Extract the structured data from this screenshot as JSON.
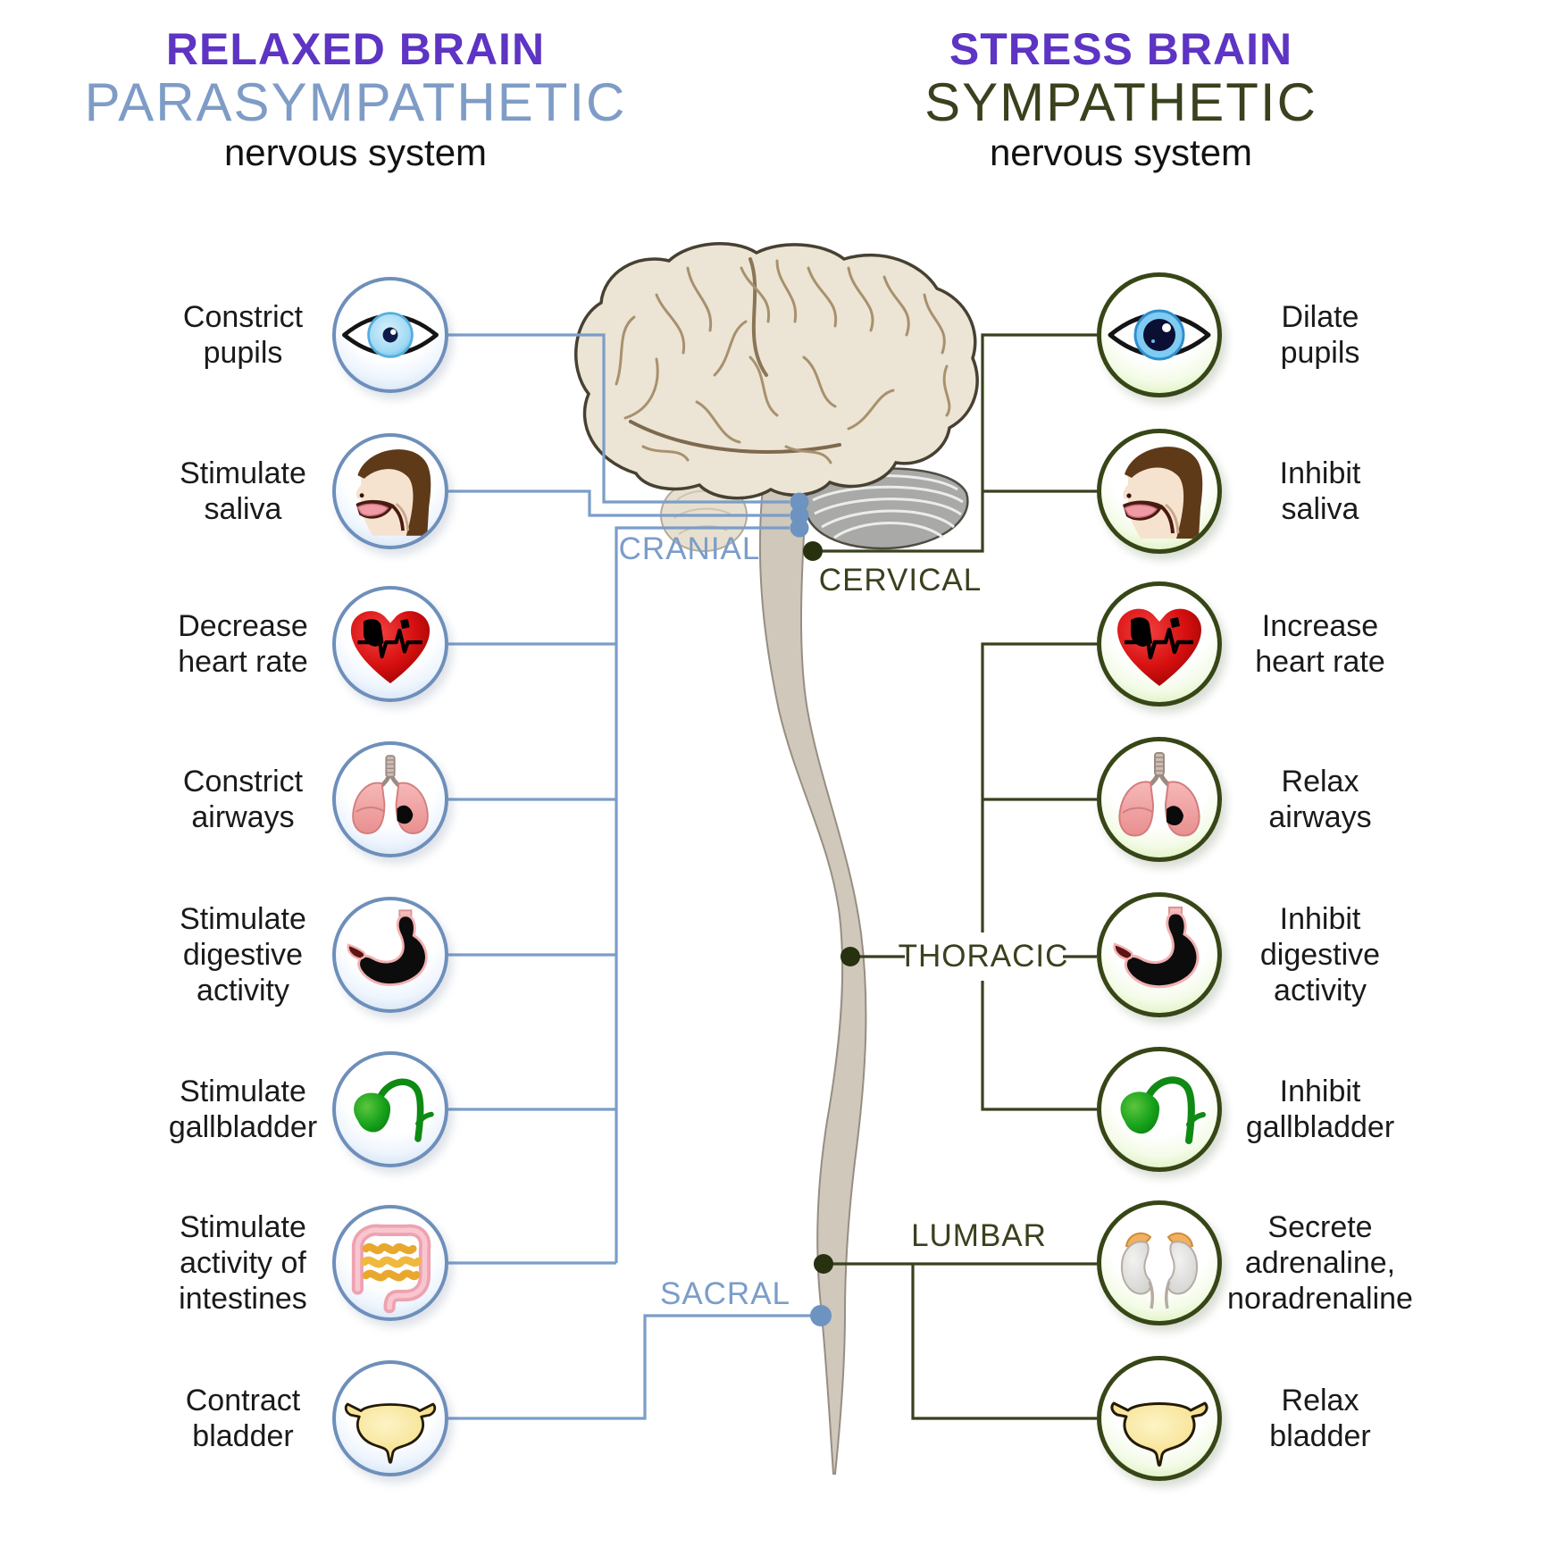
{
  "left_panel": {
    "title": "RELAXED BRAIN",
    "system": "PARASYMPATHETIC",
    "system_sub": "nervous system",
    "items": [
      {
        "label": "Constrict\npupils",
        "icon": "eye-constricted-icon"
      },
      {
        "label": "Stimulate\nsaliva",
        "icon": "saliva-head-icon"
      },
      {
        "label": "Decrease\nheart rate",
        "icon": "heart-ecg-icon"
      },
      {
        "label": "Constrict\nairways",
        "icon": "lungs-icon"
      },
      {
        "label": "Stimulate\ndigestive\nactivity",
        "icon": "stomach-icon"
      },
      {
        "label": "Stimulate\ngallbladder",
        "icon": "gallbladder-icon"
      },
      {
        "label": "Stimulate\nactivity of\nintestines",
        "icon": "intestines-icon"
      },
      {
        "label": "Contract\nbladder",
        "icon": "bladder-icon"
      }
    ]
  },
  "right_panel": {
    "title": "STRESS BRAIN",
    "system": "SYMPATHETIC",
    "system_sub": "nervous system",
    "items": [
      {
        "label": "Dilate\npupils",
        "icon": "eye-dilated-icon"
      },
      {
        "label": "Inhibit\nsaliva",
        "icon": "saliva-head-icon"
      },
      {
        "label": "Increase\nheart rate",
        "icon": "heart-ecg-icon"
      },
      {
        "label": "Relax\nairways",
        "icon": "lungs-icon"
      },
      {
        "label": "Inhibit\ndigestive\nactivity",
        "icon": "stomach-icon"
      },
      {
        "label": "Inhibit\ngallbladder",
        "icon": "gallbladder-icon"
      },
      {
        "label": "Secrete\nadrenaline,\nnoradrenaline",
        "icon": "kidneys-adrenal-icon"
      },
      {
        "label": "Relax\nbladder",
        "icon": "bladder-icon"
      }
    ]
  },
  "spine": {
    "cranial": "CRANIAL",
    "cervical": "CERVICAL",
    "thoracic": "THORACIC",
    "lumbar": "LUMBAR",
    "sacral": "SACRAL"
  },
  "colors": {
    "title_purple": "#5d34c3",
    "parasympathetic_blue": "#7e9cc6",
    "sympathetic_olive": "#39411d",
    "left_circle_border": "#6e8fba",
    "right_circle_border": "#364616",
    "left_line": "#7b9dc9",
    "right_line": "#39411d",
    "text": "#1a1a1a"
  }
}
